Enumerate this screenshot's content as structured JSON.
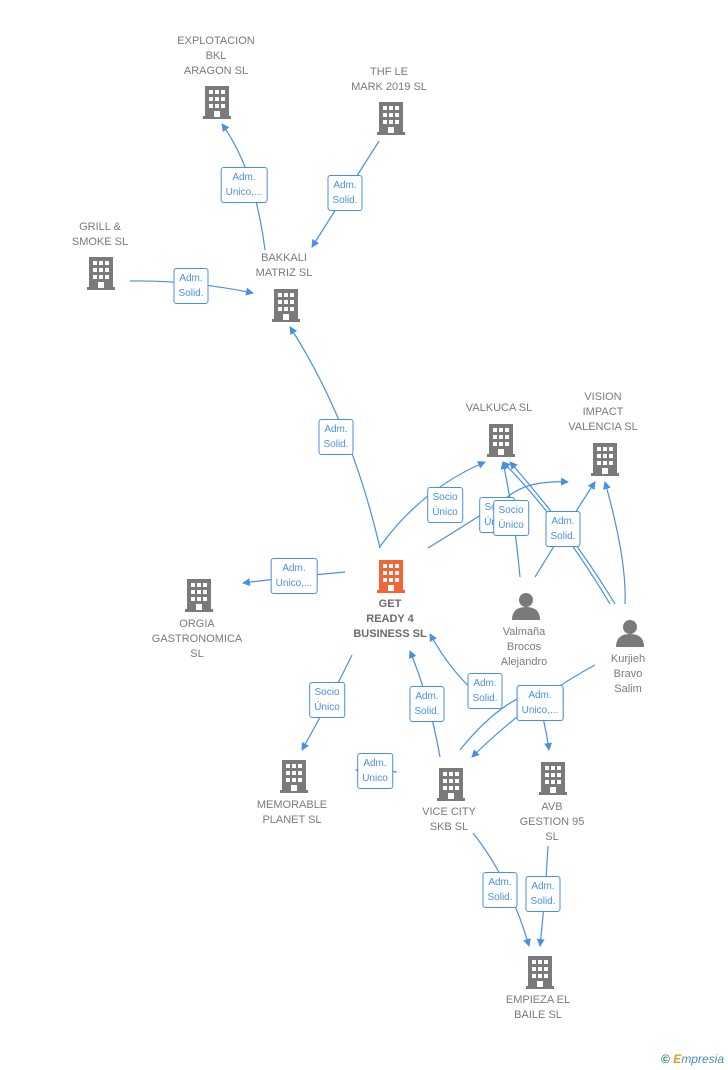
{
  "colors": {
    "edge": "#4a90e2",
    "company": "#7a7a7a",
    "center": "#f26536",
    "person": "#7a7a7a"
  },
  "nodes": [
    {
      "id": "explotacion",
      "type": "company",
      "lines": [
        "EXPLOTACION",
        "BKL",
        "ARAGON  SL"
      ]
    },
    {
      "id": "thf",
      "type": "company",
      "lines": [
        "THF LE",
        "MARK 2019  SL"
      ]
    },
    {
      "id": "grill",
      "type": "company",
      "lines": [
        "GRILL &",
        "SMOKE  SL"
      ]
    },
    {
      "id": "bakkali",
      "type": "company",
      "lines": [
        "BAKKALI",
        "MATRIZ  SL"
      ]
    },
    {
      "id": "valkuca",
      "type": "company",
      "lines": [
        "VALKUCA  SL"
      ]
    },
    {
      "id": "vision",
      "type": "company",
      "lines": [
        "VISION",
        "IMPACT",
        "VALENCIA  SL"
      ]
    },
    {
      "id": "orgia",
      "type": "company",
      "lines": [
        "ORGIA",
        "GASTRONOMICA",
        "SL"
      ]
    },
    {
      "id": "getready",
      "type": "center",
      "lines": [
        "GET",
        "READY 4",
        "BUSINESS  SL"
      ]
    },
    {
      "id": "valmana",
      "type": "person",
      "lines": [
        "Valmaña",
        "Brocos",
        "Alejandro"
      ]
    },
    {
      "id": "kurjieh",
      "type": "person",
      "lines": [
        "Kurjieh",
        "Bravo",
        "Salim"
      ]
    },
    {
      "id": "memorable",
      "type": "company",
      "lines": [
        "MEMORABLE",
        "PLANET  SL"
      ]
    },
    {
      "id": "vicecity",
      "type": "company",
      "lines": [
        "VICE CITY",
        "SKB  SL"
      ]
    },
    {
      "id": "avb",
      "type": "company",
      "lines": [
        "AVB",
        "GESTION 95",
        "SL"
      ]
    },
    {
      "id": "empieza",
      "type": "company",
      "lines": [
        "EMPIEZA EL",
        "BAILE  SL"
      ]
    }
  ],
  "edges": [
    {
      "lines": [
        "Adm.",
        "Unico,..."
      ]
    },
    {
      "lines": [
        "Adm.",
        "Solid."
      ]
    },
    {
      "lines": [
        "Adm.",
        "Solid."
      ]
    },
    {
      "lines": [
        "Adm.",
        "Solid."
      ]
    },
    {
      "lines": [
        "Adm.",
        "Unico,..."
      ]
    },
    {
      "lines": [
        "Socio",
        "Único"
      ]
    },
    {
      "lines": [
        "Socio",
        "Único"
      ]
    },
    {
      "lines": [
        "Socio",
        "Único"
      ]
    },
    {
      "lines": [
        "Adm.",
        "Solid."
      ]
    },
    {
      "lines": [
        "Adm.",
        "Solid."
      ]
    },
    {
      "lines": [
        "Socio",
        "Único"
      ]
    },
    {
      "lines": [
        "Adm.",
        "Unico"
      ]
    },
    {
      "lines": [
        "Adm.",
        "Solid."
      ]
    },
    {
      "lines": [
        "Adm.",
        "Solid."
      ]
    },
    {
      "lines": [
        "Adm.",
        "Unico,..."
      ]
    },
    {
      "lines": [
        "Adm.",
        "Unico,..."
      ]
    },
    {
      "lines": [
        "Adm.",
        "Solid."
      ]
    },
    {
      "lines": [
        "Adm.",
        "Solid."
      ]
    }
  ],
  "footer": {
    "copyright": "©",
    "brand_initial": "E",
    "brand_rest": "mpresia"
  }
}
